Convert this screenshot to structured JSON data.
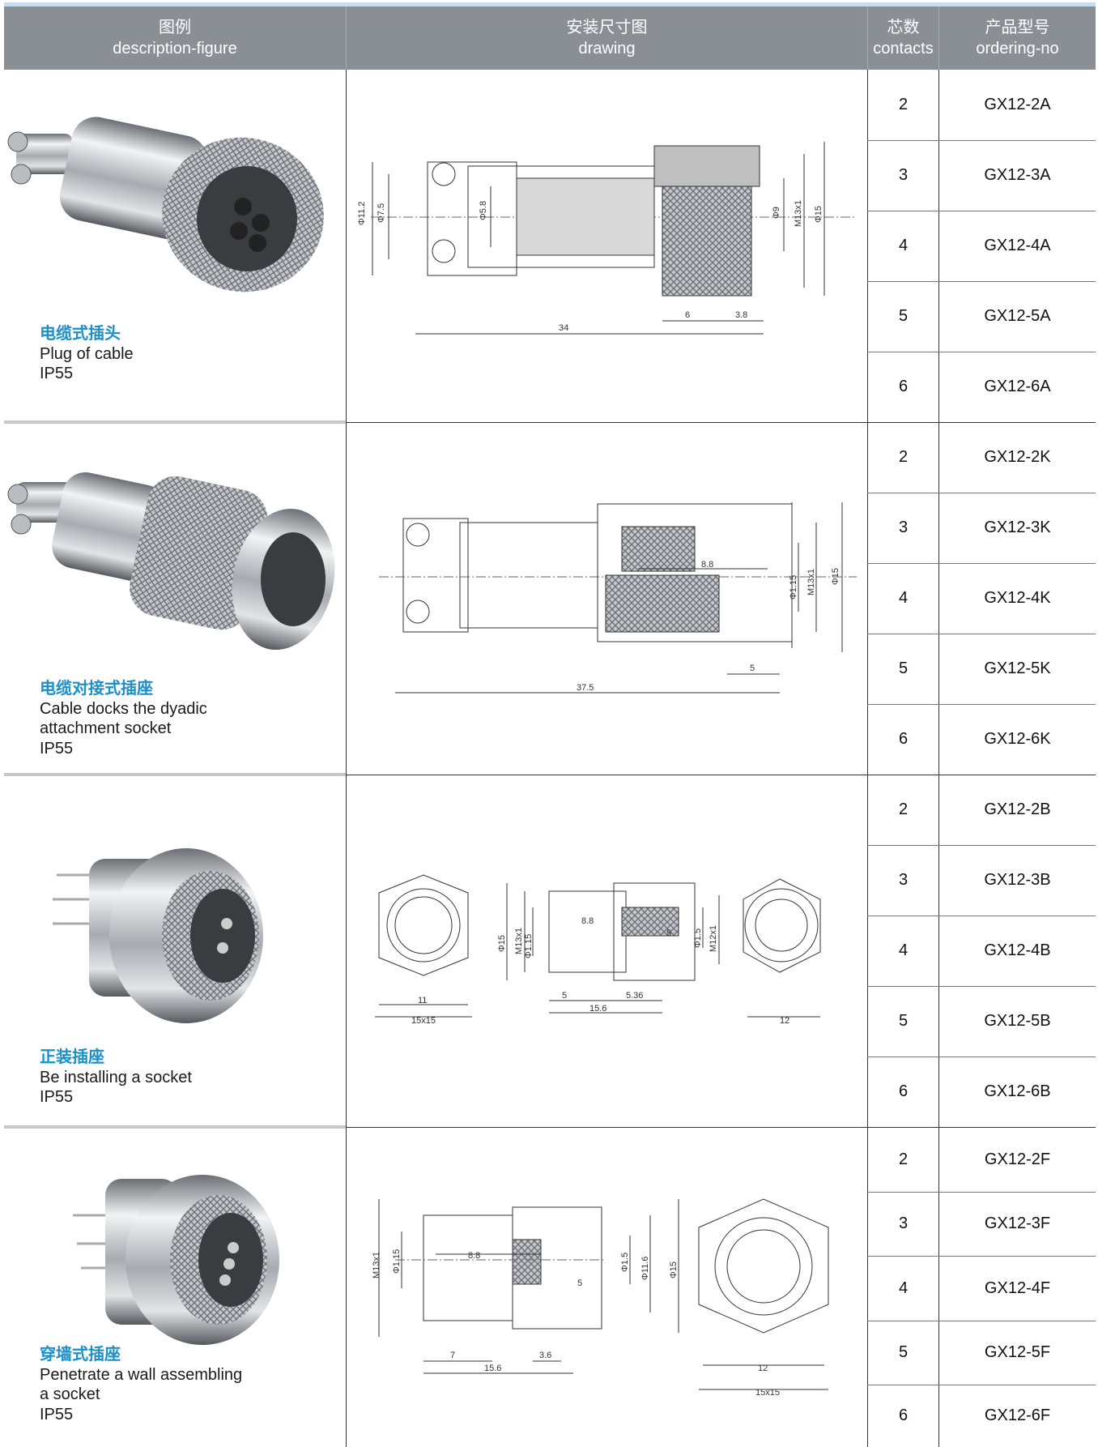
{
  "header": {
    "col1_cn": "图例",
    "col1_en": "description-figure",
    "col2_cn": "安装尺寸图",
    "col2_en": "drawing",
    "col3_cn": "芯数",
    "col3_en": "contacts",
    "col4_cn": "产品型号",
    "col4_en": "ordering-no"
  },
  "sections": [
    {
      "name_cn": "电缆式插头",
      "name_en": [
        "Plug of cable"
      ],
      "rating": "IP55",
      "rows": [
        {
          "contacts": "2",
          "ordering_no": "GX12-2A"
        },
        {
          "contacts": "3",
          "ordering_no": "GX12-3A"
        },
        {
          "contacts": "4",
          "ordering_no": "GX12-4A"
        },
        {
          "contacts": "5",
          "ordering_no": "GX12-5A"
        },
        {
          "contacts": "6",
          "ordering_no": "GX12-6A"
        }
      ],
      "dims": {
        "d1": "Φ11.2",
        "d2": "Φ7.5",
        "d3": "Φ5.8",
        "d4": "Φ9",
        "d5": "M13x1",
        "d6": "Φ15",
        "l1": "34",
        "l2": "6",
        "l3": "3.8"
      }
    },
    {
      "name_cn": "电缆对接式插座",
      "name_en": [
        "Cable docks the dyadic",
        "attachment socket"
      ],
      "rating": "IP55",
      "rows": [
        {
          "contacts": "2",
          "ordering_no": "GX12-2K"
        },
        {
          "contacts": "3",
          "ordering_no": "GX12-3K"
        },
        {
          "contacts": "4",
          "ordering_no": "GX12-4K"
        },
        {
          "contacts": "5",
          "ordering_no": "GX12-5K"
        },
        {
          "contacts": "6",
          "ordering_no": "GX12-6K"
        }
      ],
      "dims": {
        "d1": "Φ1.15",
        "d2": "M13x1",
        "d3": "Φ15",
        "l1": "8.8",
        "l2": "5",
        "l3": "37.5"
      }
    },
    {
      "name_cn": "正装插座",
      "name_en": [
        "Be installing a socket"
      ],
      "rating": "IP55",
      "rows": [
        {
          "contacts": "2",
          "ordering_no": "GX12-2B"
        },
        {
          "contacts": "3",
          "ordering_no": "GX12-3B"
        },
        {
          "contacts": "4",
          "ordering_no": "GX12-4B"
        },
        {
          "contacts": "5",
          "ordering_no": "GX12-5B"
        },
        {
          "contacts": "6",
          "ordering_no": "GX12-6B"
        }
      ],
      "dims": {
        "d1": "Φ15",
        "d2": "M13x1",
        "d3": "Φ1.15",
        "d4": "Φ1.5",
        "d5": "M12x1",
        "l1": "8.8",
        "l2": "5",
        "l3": "5",
        "l4": "5.36",
        "l5": "15.6",
        "l6": "11",
        "l7": "15x15",
        "l8": "12"
      }
    },
    {
      "name_cn": "穿墙式插座",
      "name_en": [
        "Penetrate a wall assembling",
        "a socket"
      ],
      "rating": "IP55",
      "rows": [
        {
          "contacts": "2",
          "ordering_no": "GX12-2F"
        },
        {
          "contacts": "3",
          "ordering_no": "GX12-3F"
        },
        {
          "contacts": "4",
          "ordering_no": "GX12-4F"
        },
        {
          "contacts": "5",
          "ordering_no": "GX12-5F"
        },
        {
          "contacts": "6",
          "ordering_no": "GX12-6F"
        }
      ],
      "dims": {
        "d1": "M13x1",
        "d2": "Φ1.15",
        "d3": "Φ1.5",
        "d4": "Φ11.6",
        "d5": "Φ15",
        "l1": "8.8",
        "l2": "5",
        "l3": "7",
        "l4": "3.6",
        "l5": "15.6",
        "l6": "12",
        "l7": "15x15"
      }
    }
  ]
}
